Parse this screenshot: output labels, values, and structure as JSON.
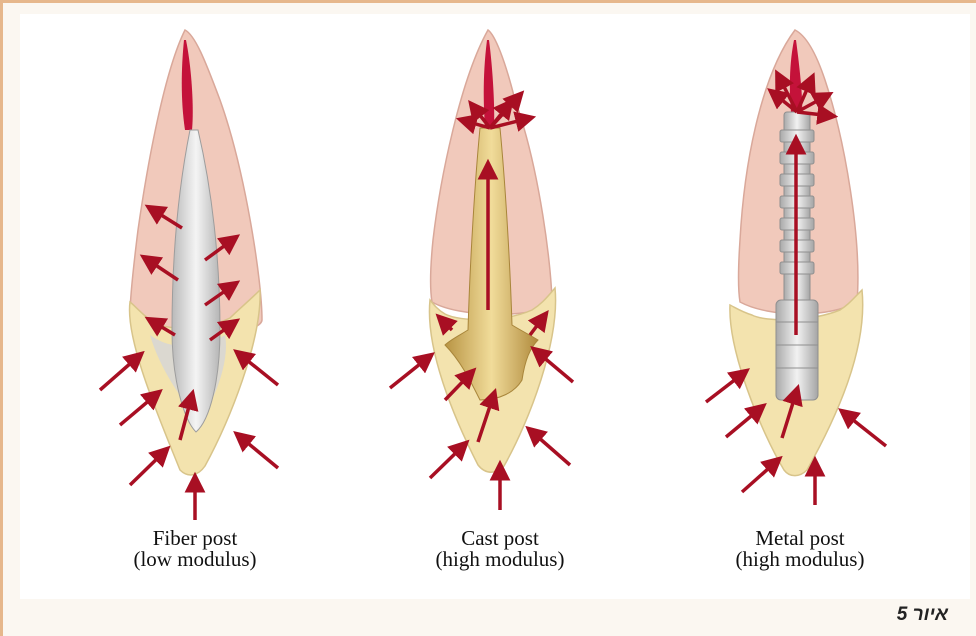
{
  "figure_label": "איור 5",
  "teeth": [
    {
      "caption_line1": "Fiber post",
      "caption_line2": "(low modulus)"
    },
    {
      "caption_line1": "Cast post",
      "caption_line2": "(high modulus)"
    },
    {
      "caption_line1": "Metal post",
      "caption_line2": "(high modulus)"
    }
  ],
  "colors": {
    "crown": "#f1c9bb",
    "root": "#f3e3ae",
    "pulp": "#c4123a",
    "arrow": "#a80f23",
    "fiber_post": "#d8d8d8",
    "cast_post": "#d7b661",
    "metal_post": "#cfcfcf"
  }
}
